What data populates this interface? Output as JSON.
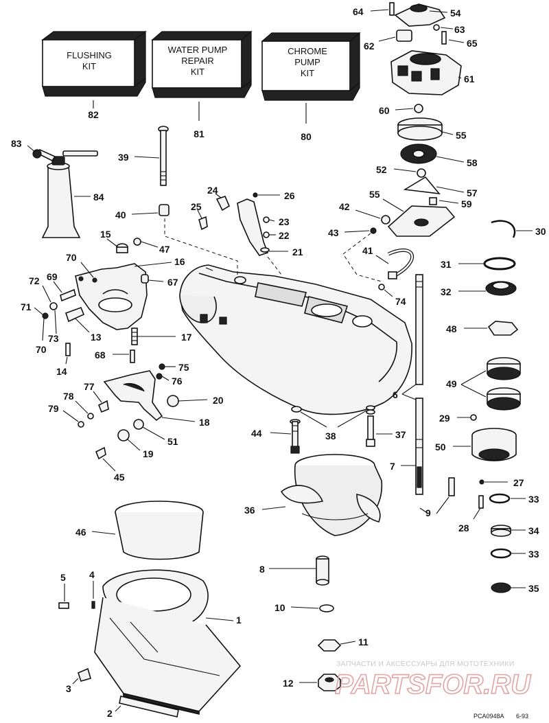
{
  "kits": [
    {
      "lines": [
        "FLUSHING",
        "KIT"
      ],
      "number": "82"
    },
    {
      "lines": [
        "WATER PUMP",
        "REPAIR",
        "KIT"
      ],
      "number": "81"
    },
    {
      "lines": [
        "CHROME",
        "PUMP",
        "KIT"
      ],
      "number": "80"
    }
  ],
  "callouts": {
    "c1": "1",
    "c2": "2",
    "c3": "3",
    "c4": "4",
    "c5": "5",
    "c6": "6",
    "c7": "7",
    "c8": "8",
    "c9": "9",
    "c10": "10",
    "c11": "11",
    "c12": "12",
    "c13": "13",
    "c14": "14",
    "c15": "15",
    "c16": "16",
    "c16b": "16",
    "c17": "17",
    "c18": "18",
    "c19": "19",
    "c20": "20",
    "c21": "21",
    "c22": "22",
    "c23": "23",
    "c24": "24",
    "c25": "25",
    "c26": "26",
    "c27": "27",
    "c28": "28",
    "c29": "29",
    "c30": "30",
    "c31": "31",
    "c32": "32",
    "c33a": "33",
    "c33b": "33",
    "c34": "34",
    "c35": "35",
    "c36": "36",
    "c37": "37",
    "c38": "38",
    "c39": "39",
    "c40": "40",
    "c41": "41",
    "c42": "42",
    "c43": "43",
    "c44": "44",
    "c45": "45",
    "c46": "46",
    "c47": "47",
    "c48": "48",
    "c49": "49",
    "c50": "50",
    "c51": "51",
    "c52": "52",
    "c54": "54",
    "c55a": "55",
    "c55b": "55",
    "c57": "57",
    "c58": "58",
    "c59": "59",
    "c60": "60",
    "c61": "61",
    "c62": "62",
    "c63": "63",
    "c64": "64",
    "c65": "65",
    "c67": "67",
    "c68": "68",
    "c69": "69",
    "c70a": "70",
    "c70b": "70",
    "c71": "71",
    "c72": "72",
    "c73": "73",
    "c74": "74",
    "c75": "75",
    "c76": "76",
    "c77": "77",
    "c78": "78",
    "c79": "79",
    "c83": "83",
    "c84": "84"
  },
  "watermark": {
    "caption": "ЗАПЧАСТИ И АКСЕССУАРЫ ДЛЯ МОТОТЕХНИКИ",
    "logo": "PARTSFOR.RU"
  },
  "figure_ref": {
    "code": "PCA0948A",
    "date": "6-93"
  }
}
